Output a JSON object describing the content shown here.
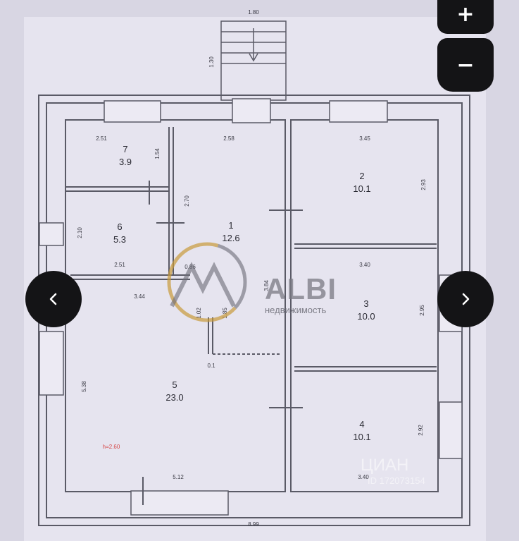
{
  "viewer": {
    "zoom_in_label": "+",
    "zoom_out_label": "−",
    "prev_label": "‹",
    "next_label": "›",
    "icons": {
      "prev": "chevron-left-icon",
      "next": "chevron-right-icon"
    }
  },
  "plan": {
    "rooms": [
      {
        "id": "1",
        "area": "12.6"
      },
      {
        "id": "2",
        "area": "10.1"
      },
      {
        "id": "3",
        "area": "10.0"
      },
      {
        "id": "4",
        "area": "10.1"
      },
      {
        "id": "5",
        "area": "23.0"
      },
      {
        "id": "6",
        "area": "5.3"
      },
      {
        "id": "7",
        "area": "3.9"
      }
    ],
    "dimensions": {
      "porch_width": "1.80",
      "porch_depth": "1.30",
      "r7_width": "2.51",
      "r7_depth": "1.54",
      "r1_width": "2.58",
      "r1_depth": "2.70",
      "r2_width": "3.45",
      "r2_depth": "2.93",
      "r6_depth": "2.10",
      "r6_width": "2.51",
      "r3_width": "3.40",
      "r3_depth": "2.95",
      "r5_width": "3.44",
      "r5_depth": "5.38",
      "r5_bottom": "5.12",
      "r4_depth": "2.92",
      "r4_width": "3.40",
      "total_width": "8.99",
      "mid_1": "3.84",
      "mid_2": "1.02",
      "mid_3": "1.85",
      "mid_4": "0.1",
      "mid_5": "0.86",
      "height_note": "h=2.60"
    }
  },
  "watermarks": {
    "brand": "ALBI",
    "brand_sub": "недвижимость",
    "cian": "ЦИАН",
    "cian_id": "ID 172073154"
  },
  "colors": {
    "controls": "#141416",
    "walls": "#5a5a66",
    "paper": "#e6e4ef",
    "accent": "#c89a3a"
  }
}
